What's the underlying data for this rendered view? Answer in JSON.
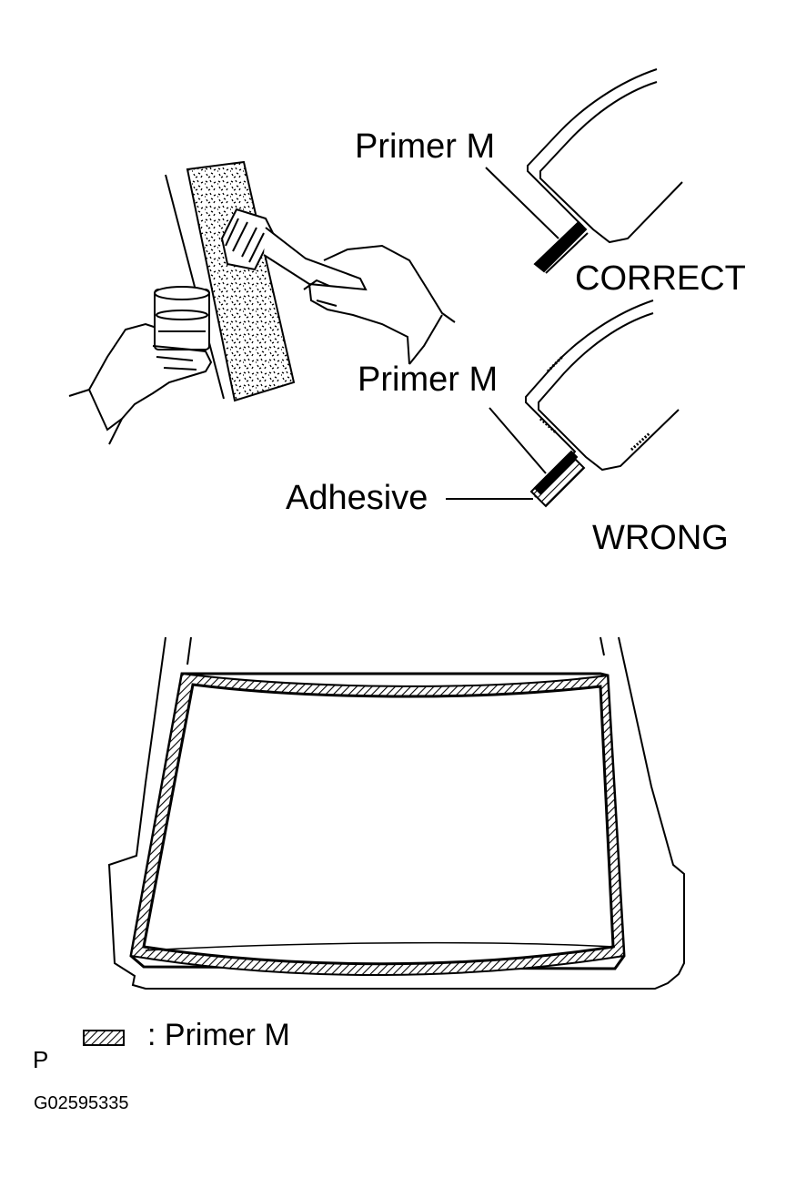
{
  "labels": {
    "primer_correct": "Primer M",
    "correct": "CORRECT",
    "primer_wrong": "Primer M",
    "adhesive": "Adhesive",
    "wrong": "WRONG",
    "legend": ": Primer M",
    "prefix": "P",
    "code": "G02595335"
  }
}
